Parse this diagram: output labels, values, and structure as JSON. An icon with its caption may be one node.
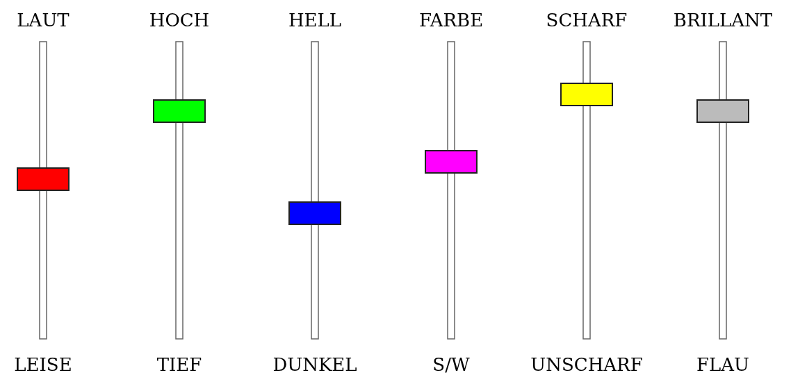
{
  "diagram": {
    "labels": [
      "LAUT",
      "HOCH",
      "HELL",
      "FARBE",
      "SCHARF",
      "BRILLANT",
      "LEISE",
      "TIEF",
      "DUNKEL",
      "S/W",
      "UNSCHARF",
      "FLAU"
    ]
  }
}
